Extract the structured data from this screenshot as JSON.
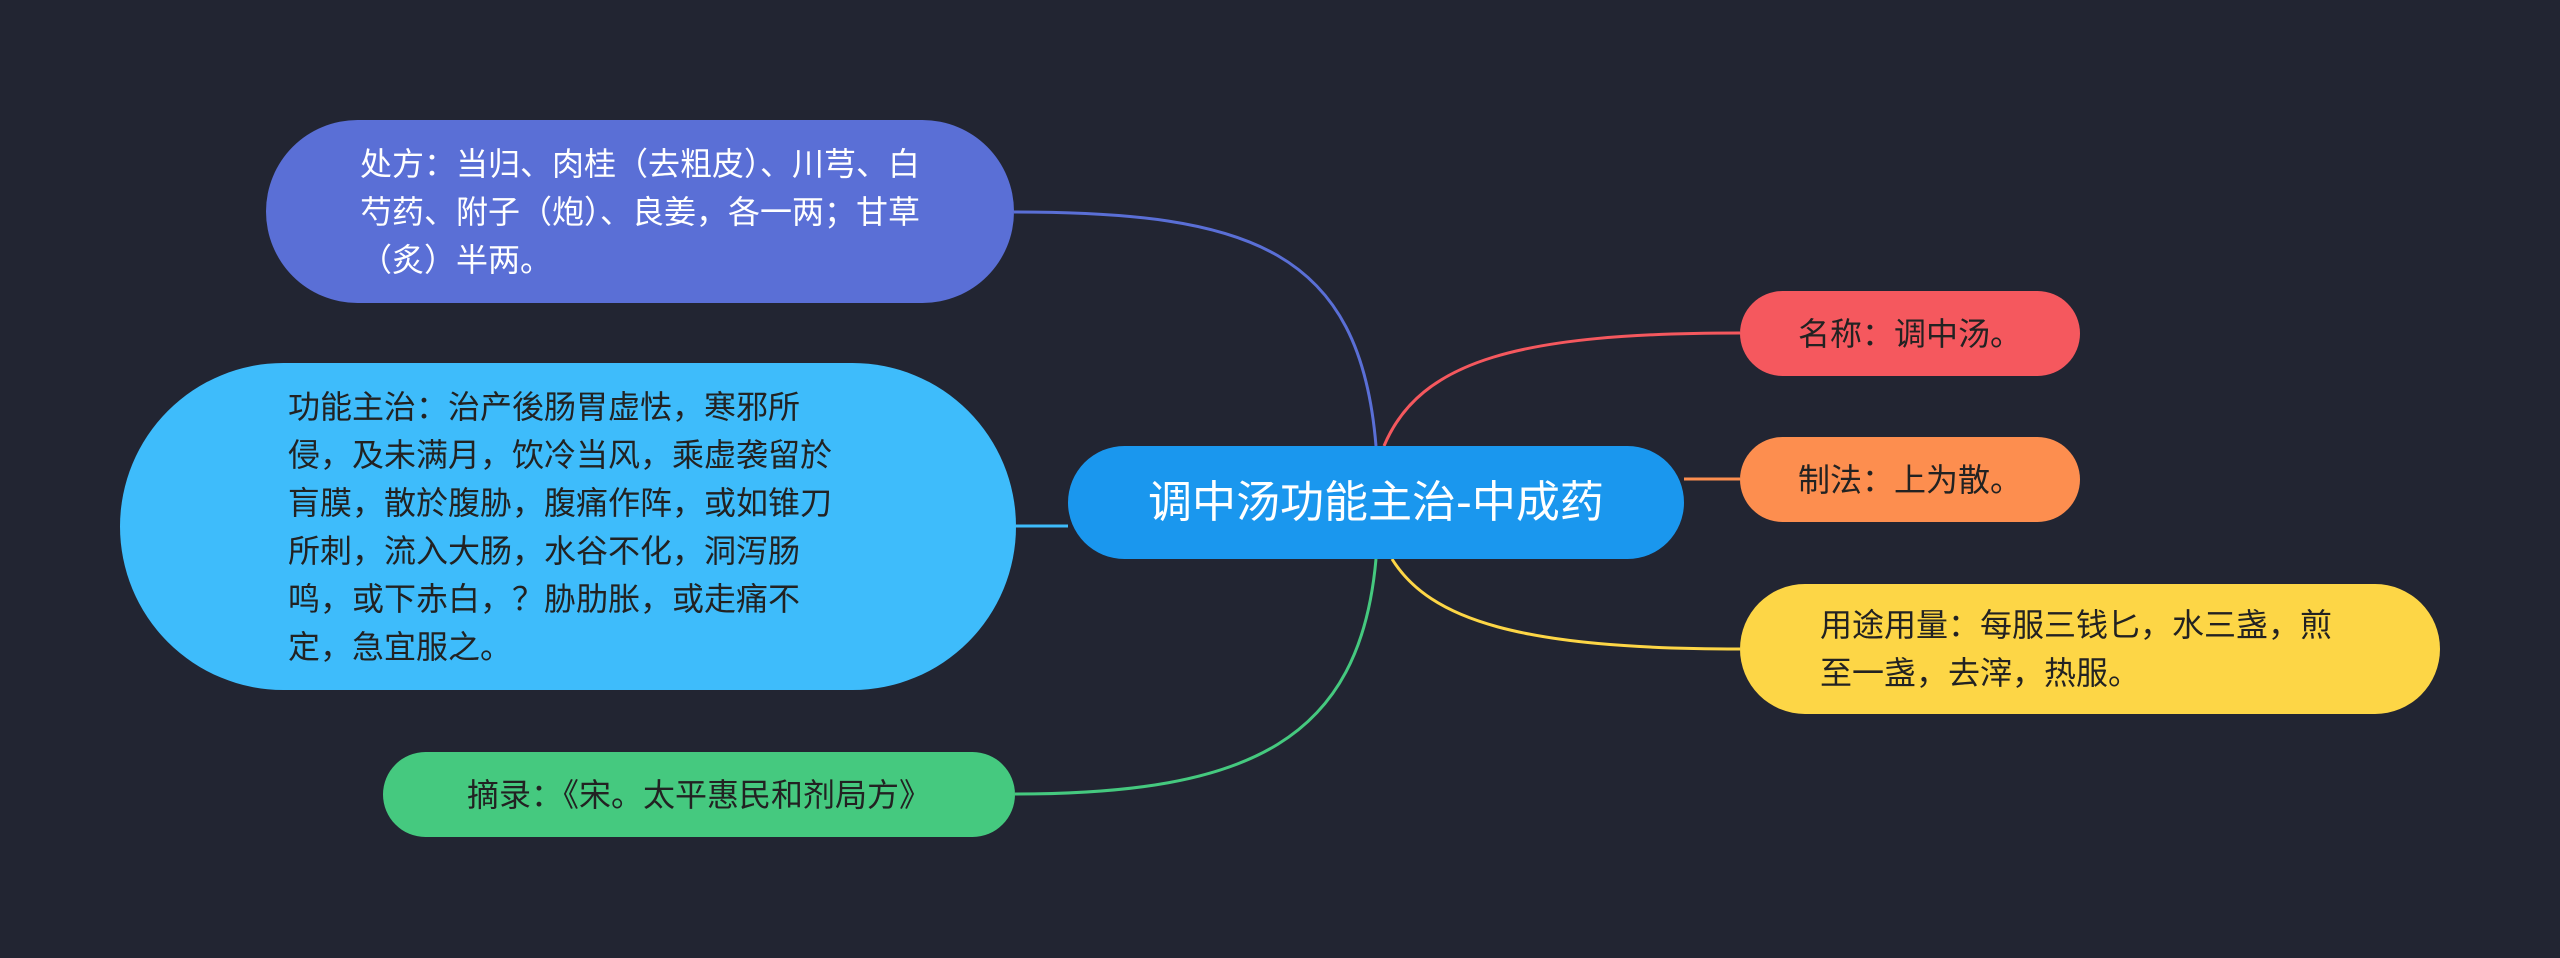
{
  "root": {
    "label": "调中汤功能主治-中成药",
    "color": "#1a97ee"
  },
  "branches": {
    "prescription": {
      "text": "处方：当归、肉桂（去粗皮）、川芎、白芍药、附子（炮）、良姜，各一两；甘草（炙）半两。",
      "color": "#5a6fd6",
      "line_color": "#5a6fd6"
    },
    "function": {
      "text": "功能主治：治产後肠胃虚怯，寒邪所侵，及未满月，饮冷当风，乘虚袭留於肓膜，散於腹胁，腹痛作阵，或如锥刀所刺，流入大肠，水谷不化，洞泻肠鸣，或下赤白，？胁肋胀，或走痛不定，急宜服之。",
      "color": "#3ebcfb",
      "line_color": "#3ebcfb"
    },
    "excerpt": {
      "text": "摘录：《宋。太平惠民和剂局方》",
      "color": "#45c97f",
      "line_color": "#45c97f"
    },
    "name": {
      "text": "名称：调中汤。",
      "color": "#f5585e",
      "line_color": "#f5585e"
    },
    "method": {
      "text": "制法：上为散。",
      "color": "#fd8e4f",
      "line_color": "#fd8e4f"
    },
    "usage": {
      "text": "用途用量：每服三钱匕，水三盏，煎至一盏，去滓，热服。",
      "color": "#fdd646",
      "line_color": "#fdd646"
    }
  }
}
